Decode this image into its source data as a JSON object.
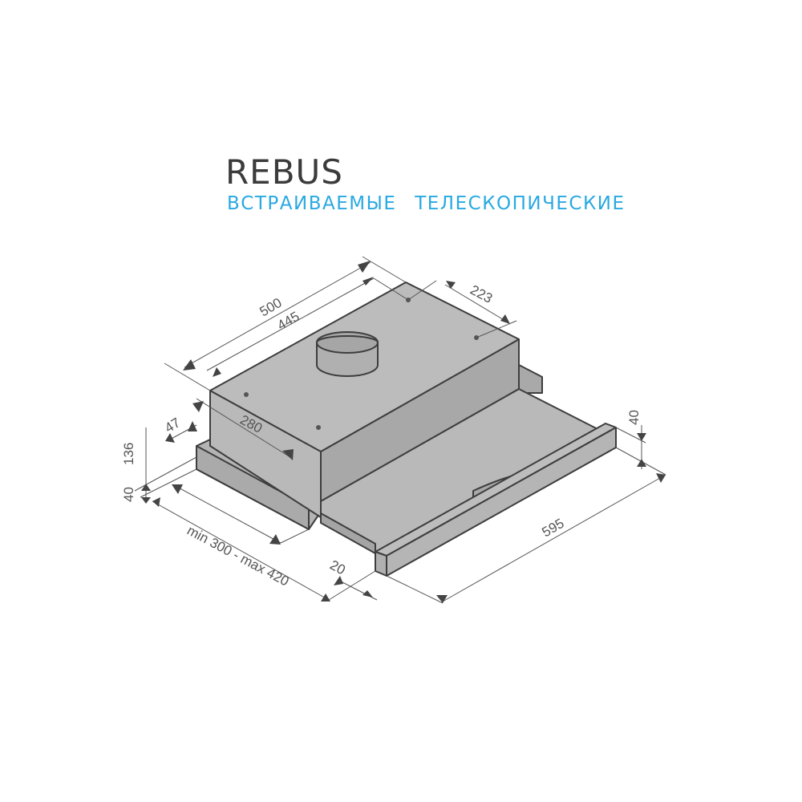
{
  "header": {
    "title": "REBUS",
    "subtitle": "ВСТРАИВАЕМЫЕ ТЕЛЕСКОПИЧЕСКИЕ"
  },
  "dimensions": {
    "depth_total": "500",
    "depth_body": "445",
    "hole_spacing": "223",
    "width_body": "280",
    "offset_front": "47",
    "height_body": "136",
    "height_base_left": "40",
    "height_front_panel": "40",
    "width_total": "595",
    "extension_range": "min 300 - max 420",
    "front_panel_thickness": "20"
  },
  "colors": {
    "title": "#3b3b3b",
    "subtitle": "#29a9e1",
    "body": "#b9b9b9"
  }
}
